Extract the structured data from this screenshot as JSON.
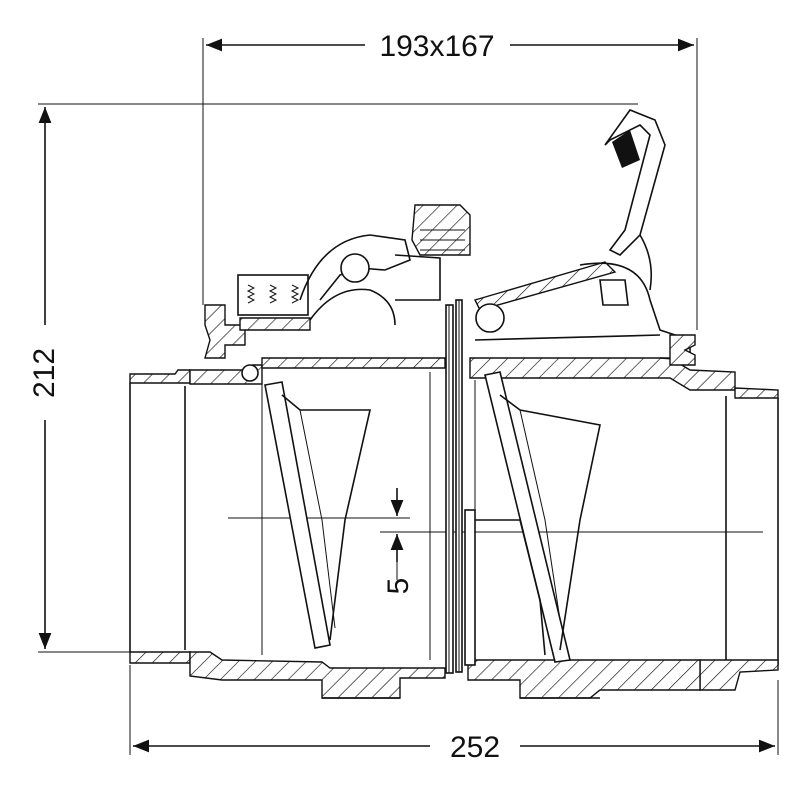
{
  "dimensions": {
    "top_width": "193x167",
    "height": "212",
    "bottom_width": "252",
    "offset": "5"
  }
}
